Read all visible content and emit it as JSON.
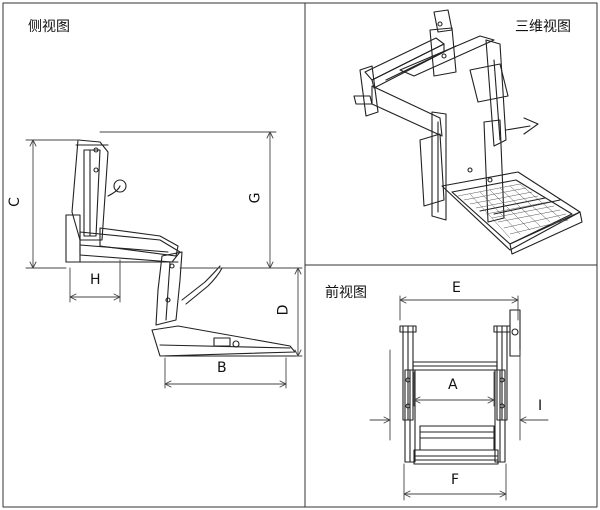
{
  "panels": {
    "side": {
      "title": "侧视图"
    },
    "iso": {
      "title": "三维视图"
    },
    "front": {
      "title": "前视图"
    }
  },
  "dimensions": {
    "C": "C",
    "G": "G",
    "H": "H",
    "D": "D",
    "B": "B",
    "E": "E",
    "A": "A",
    "F": "F",
    "I": "I"
  }
}
